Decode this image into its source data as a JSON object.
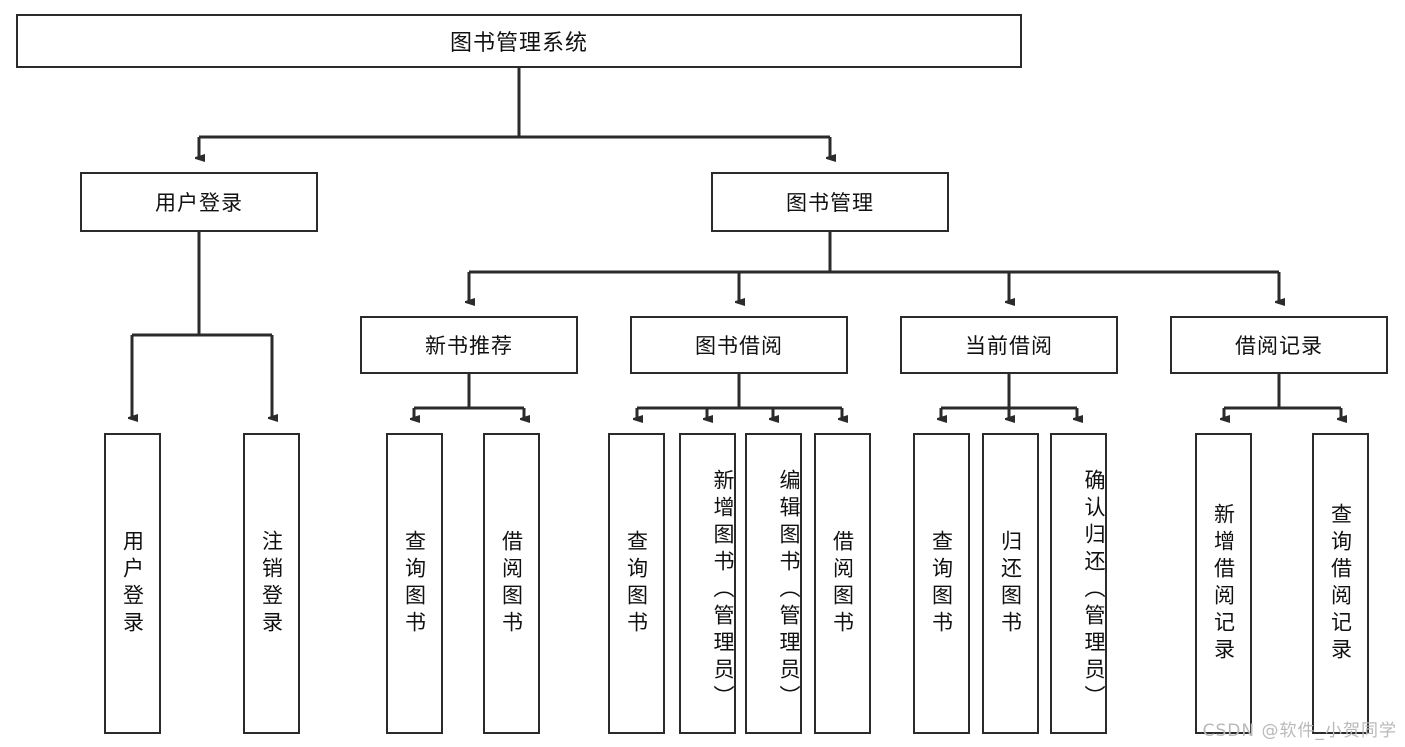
{
  "diagram": {
    "title": "图书管理系统",
    "watermark": "CSDN @软件_小贺同学",
    "colors": {
      "box_border": "#2b2b2b",
      "box_fill": "#ffffff",
      "line": "#2b2b2b",
      "watermark": "#b9b9b9"
    },
    "level1": {
      "label": "图书管理系统"
    },
    "level2": [
      {
        "label": "用户登录"
      },
      {
        "label": "图书管理"
      }
    ],
    "level3": [
      {
        "label": "新书推荐"
      },
      {
        "label": "图书借阅"
      },
      {
        "label": "当前借阅"
      },
      {
        "label": "借阅记录"
      }
    ],
    "leaves": {
      "user_login": [
        {
          "label": "用户登录"
        },
        {
          "label": "注销登录"
        }
      ],
      "new_book_recommend": [
        {
          "label": "查询图书"
        },
        {
          "label": "借阅图书"
        }
      ],
      "book_borrow": [
        {
          "label": "查询图书"
        },
        {
          "label": "新增图书（管理员）"
        },
        {
          "label": "编辑图书（管理员）"
        },
        {
          "label": "借阅图书"
        }
      ],
      "current_borrow": [
        {
          "label": "查询图书"
        },
        {
          "label": "归还图书"
        },
        {
          "label": "确认归还（管理员）"
        }
      ],
      "borrow_record": [
        {
          "label": "新增借阅记录"
        },
        {
          "label": "查询借阅记录"
        }
      ]
    }
  }
}
